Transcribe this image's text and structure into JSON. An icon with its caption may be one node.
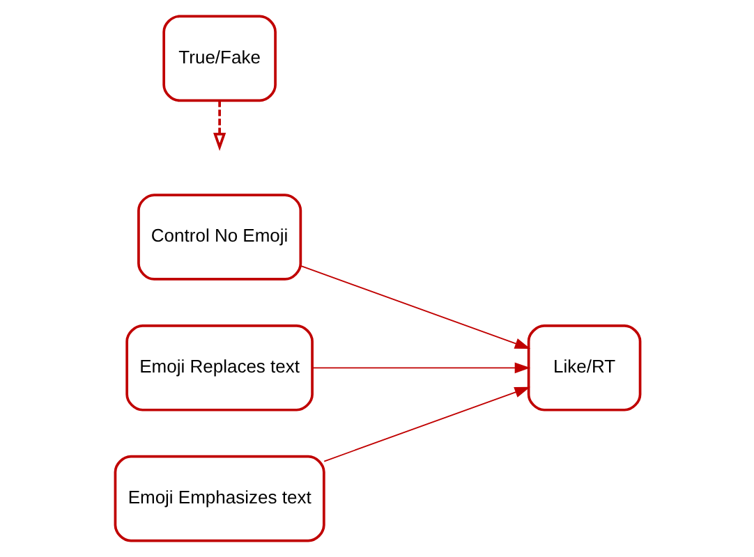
{
  "diagram": {
    "nodes": [
      {
        "text": [
          "Control No Emoji"
        ]
      },
      {
        "text": [
          "Emoji Replaces text"
        ]
      },
      {
        "text": [
          "Emoji Emphasizes text"
        ]
      },
      {
        "text": [
          "Like/RT"
        ]
      },
      {
        "text": [
          "True/Fake"
        ]
      }
    ],
    "edges": [
      {
        "from": 0,
        "to": 3,
        "arrow": "to"
      },
      {
        "from": 1,
        "to": 3,
        "arrow": "to"
      },
      {
        "from": 2,
        "to": 3,
        "arrow": "to"
      },
      {
        "from": 4,
        "to": null,
        "arrow": "to",
        "style": "dashed"
      }
    ]
  }
}
